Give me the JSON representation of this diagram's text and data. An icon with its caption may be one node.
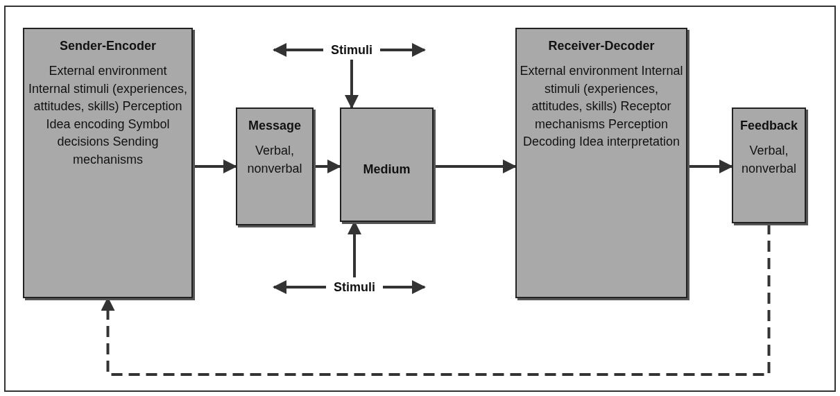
{
  "diagram": {
    "nodes": [
      {
        "text": [
          "Sender-Encoder",
          "External environment Internal stimuli (experiences, attitudes, skills) Perception Idea encoding Symbol decisions Sending mechanisms"
        ]
      },
      {
        "text": [
          "Message",
          "Verbal, nonverbal"
        ]
      },
      {
        "text": [
          "Medium"
        ]
      },
      {
        "text": [
          "Receiver-Decoder",
          "External environment Internal stimuli (experiences, attitudes, skills) Receptor mechanisms Perception Decoding Idea interpretation"
        ]
      },
      {
        "text": [
          "Feedback",
          "Verbal, nonverbal"
        ]
      },
      {
        "text": [
          "Stimuli"
        ]
      },
      {
        "text": [
          "Stimuli"
        ]
      }
    ],
    "edges": [
      {
        "from": 0,
        "to": 1,
        "arrow": "to"
      },
      {
        "from": 1,
        "to": 2,
        "arrow": "to"
      },
      {
        "from": 2,
        "to": 3,
        "arrow": "to"
      },
      {
        "from": 3,
        "to": 4,
        "arrow": "to"
      },
      {
        "from": 4,
        "to": 0,
        "arrow": "to",
        "style": "dashed"
      },
      {
        "from": 5,
        "to": null,
        "arrow": "to"
      },
      {
        "from": 5,
        "to": null,
        "arrow": "to"
      },
      {
        "from": 5,
        "to": 2,
        "arrow": "to"
      },
      {
        "from": 6,
        "to": null,
        "arrow": "to"
      },
      {
        "from": 6,
        "to": null,
        "arrow": "to"
      },
      {
        "from": 6,
        "to": 2,
        "arrow": "to"
      }
    ]
  }
}
